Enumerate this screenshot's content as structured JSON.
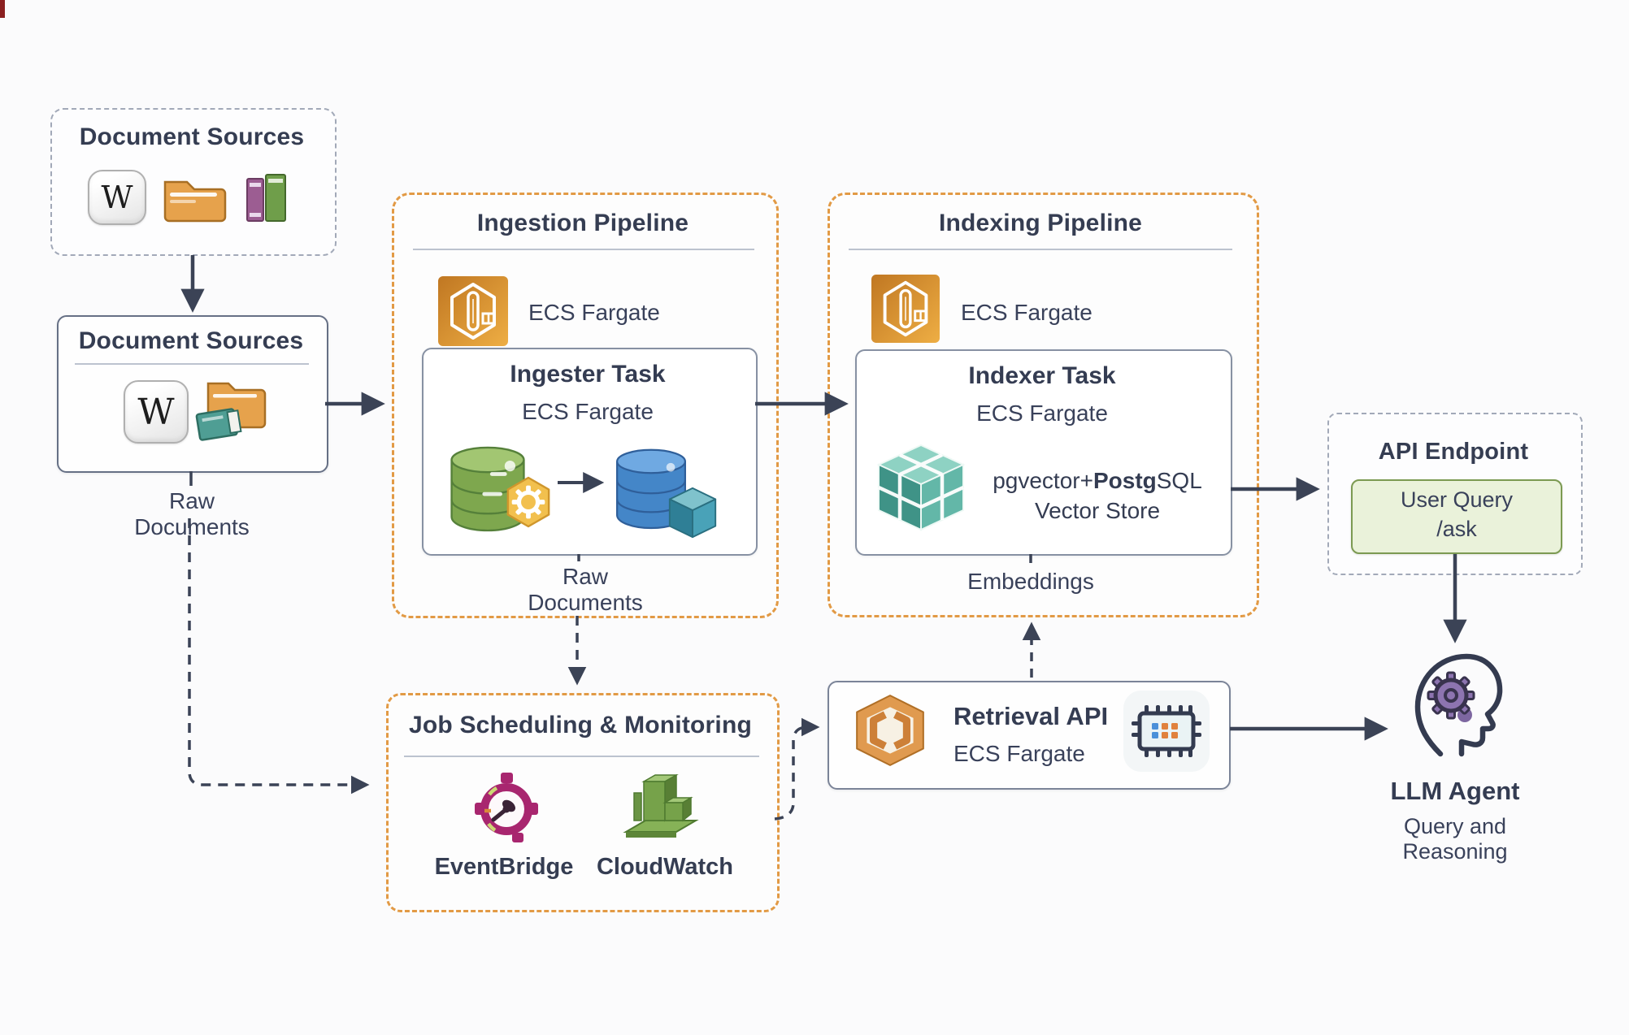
{
  "colors": {
    "background": "#fbfbfc",
    "text": "#39415a",
    "pipeline_dash_orange": "#e29a45",
    "dash_gray": "#a2a9b8",
    "arrow": "#3b4356",
    "button_green_bg": "#eaf2da",
    "button_green_border": "#7c9a52",
    "fargate_orange": "#d98a2e",
    "eventbridge_magenta": "#a8266f",
    "cloudwatch_green": "#76a24a",
    "vector_teal": "#56a99b",
    "gear_purple": "#8d74b0"
  },
  "icons": {
    "wikipedia-icon": "serif W squircle",
    "folder-icon": "orange folder",
    "books-icon": "purple and green books",
    "folder-books-icon": "folder with teal binder",
    "ecs-fargate-icon": "orange square, white hexagon",
    "database-green-icon": "green cylinder",
    "gear-hexagon-icon": "orange hexagon with white gear",
    "database-blue-icon": "blue cylinder",
    "cube-icon": "teal 3D cube",
    "vector-store-cube-icon": "teal paneled 3D cube",
    "eventbridge-icon": "magenta ring clock",
    "cloudwatch-icon": "green 3D blocks",
    "retrieval-cube-icon": "orange open cube brackets",
    "chip-icon": "microchip with blue and orange cells",
    "llm-head-icon": "head profile with purple gear"
  },
  "nodes": {
    "document_sources_top": {
      "title": "Document Sources"
    },
    "document_sources": {
      "title": "Document Sources",
      "output_label": "Raw Documents",
      "wiki_glyph": "W"
    },
    "ingestion_pipeline": {
      "title": "Ingestion Pipeline",
      "service_label": "ECS Fargate",
      "task": {
        "title": "Ingester Task",
        "subtitle": "ECS Fargate"
      },
      "output_label": "Raw Documents"
    },
    "indexing_pipeline": {
      "title": "Indexing Pipeline",
      "service_label": "ECS Fargate",
      "task": {
        "title": "Indexer Task",
        "subtitle": "ECS Fargate",
        "store_prefix": "pgvector+",
        "store_bold": "Postg",
        "store_suffix": "SQL",
        "store_line2": "Vector Store"
      },
      "output_label": "Embeddings"
    },
    "api_endpoint": {
      "title": "API Endpoint",
      "button_line1": "User Query",
      "button_line2": "/ask"
    },
    "job_scheduling": {
      "title": "Job Scheduling & Monitoring",
      "services": [
        {
          "label": "EventBridge"
        },
        {
          "label": "CloudWatch"
        }
      ]
    },
    "retrieval_api": {
      "title": "Retrieval API",
      "subtitle": "ECS Fargate"
    },
    "llm_agent": {
      "title": "LLM Agent",
      "subtitle": "Query and Reasoning"
    },
    "top_wiki_glyph": "W"
  }
}
